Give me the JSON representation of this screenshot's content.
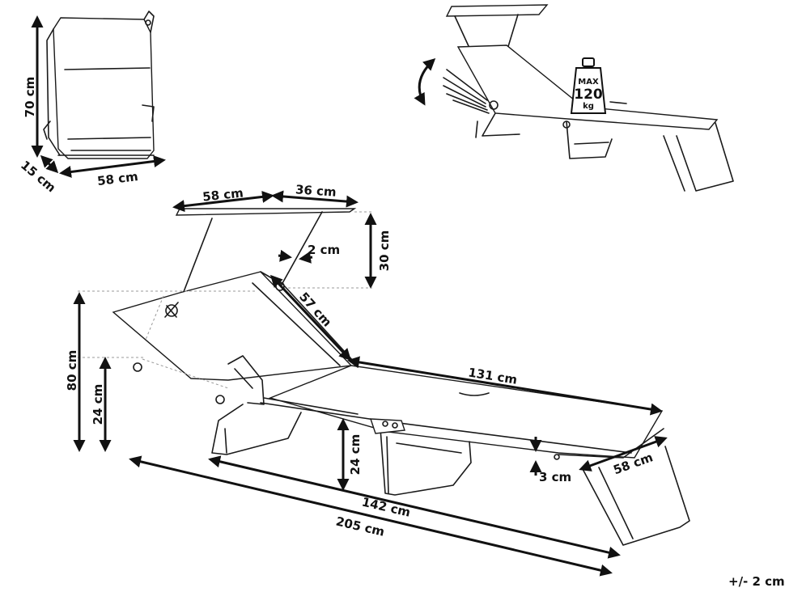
{
  "colors": {
    "line": "#1a1a1a",
    "dimension": "#111111",
    "guide": "#999999",
    "background": "#ffffff"
  },
  "icons": [
    "weight-icon",
    "rotate-arrow-icon"
  ],
  "folded": {
    "height_label": "70 cm",
    "depth_label": "15 cm",
    "width_label": "58 cm"
  },
  "weight": {
    "max_label": "MAX",
    "value_label": "120",
    "unit_label": "kg"
  },
  "main": {
    "canopy_width_label": "58 cm",
    "canopy_length_label": "36 cm",
    "canopy_gap_label": "2 cm",
    "canopy_height_label": "30 cm",
    "backrest_label": "57 cm",
    "seat_length_label": "131 cm",
    "total_height_label": "80 cm",
    "low_height_label": "24 cm",
    "leg_height_label": "24 cm",
    "frame_thickness_label": "3 cm",
    "seat_width_label": "58 cm",
    "lying_length_label": "142 cm",
    "overall_length_label": "205 cm"
  },
  "tolerance_label": "+/- 2 cm"
}
